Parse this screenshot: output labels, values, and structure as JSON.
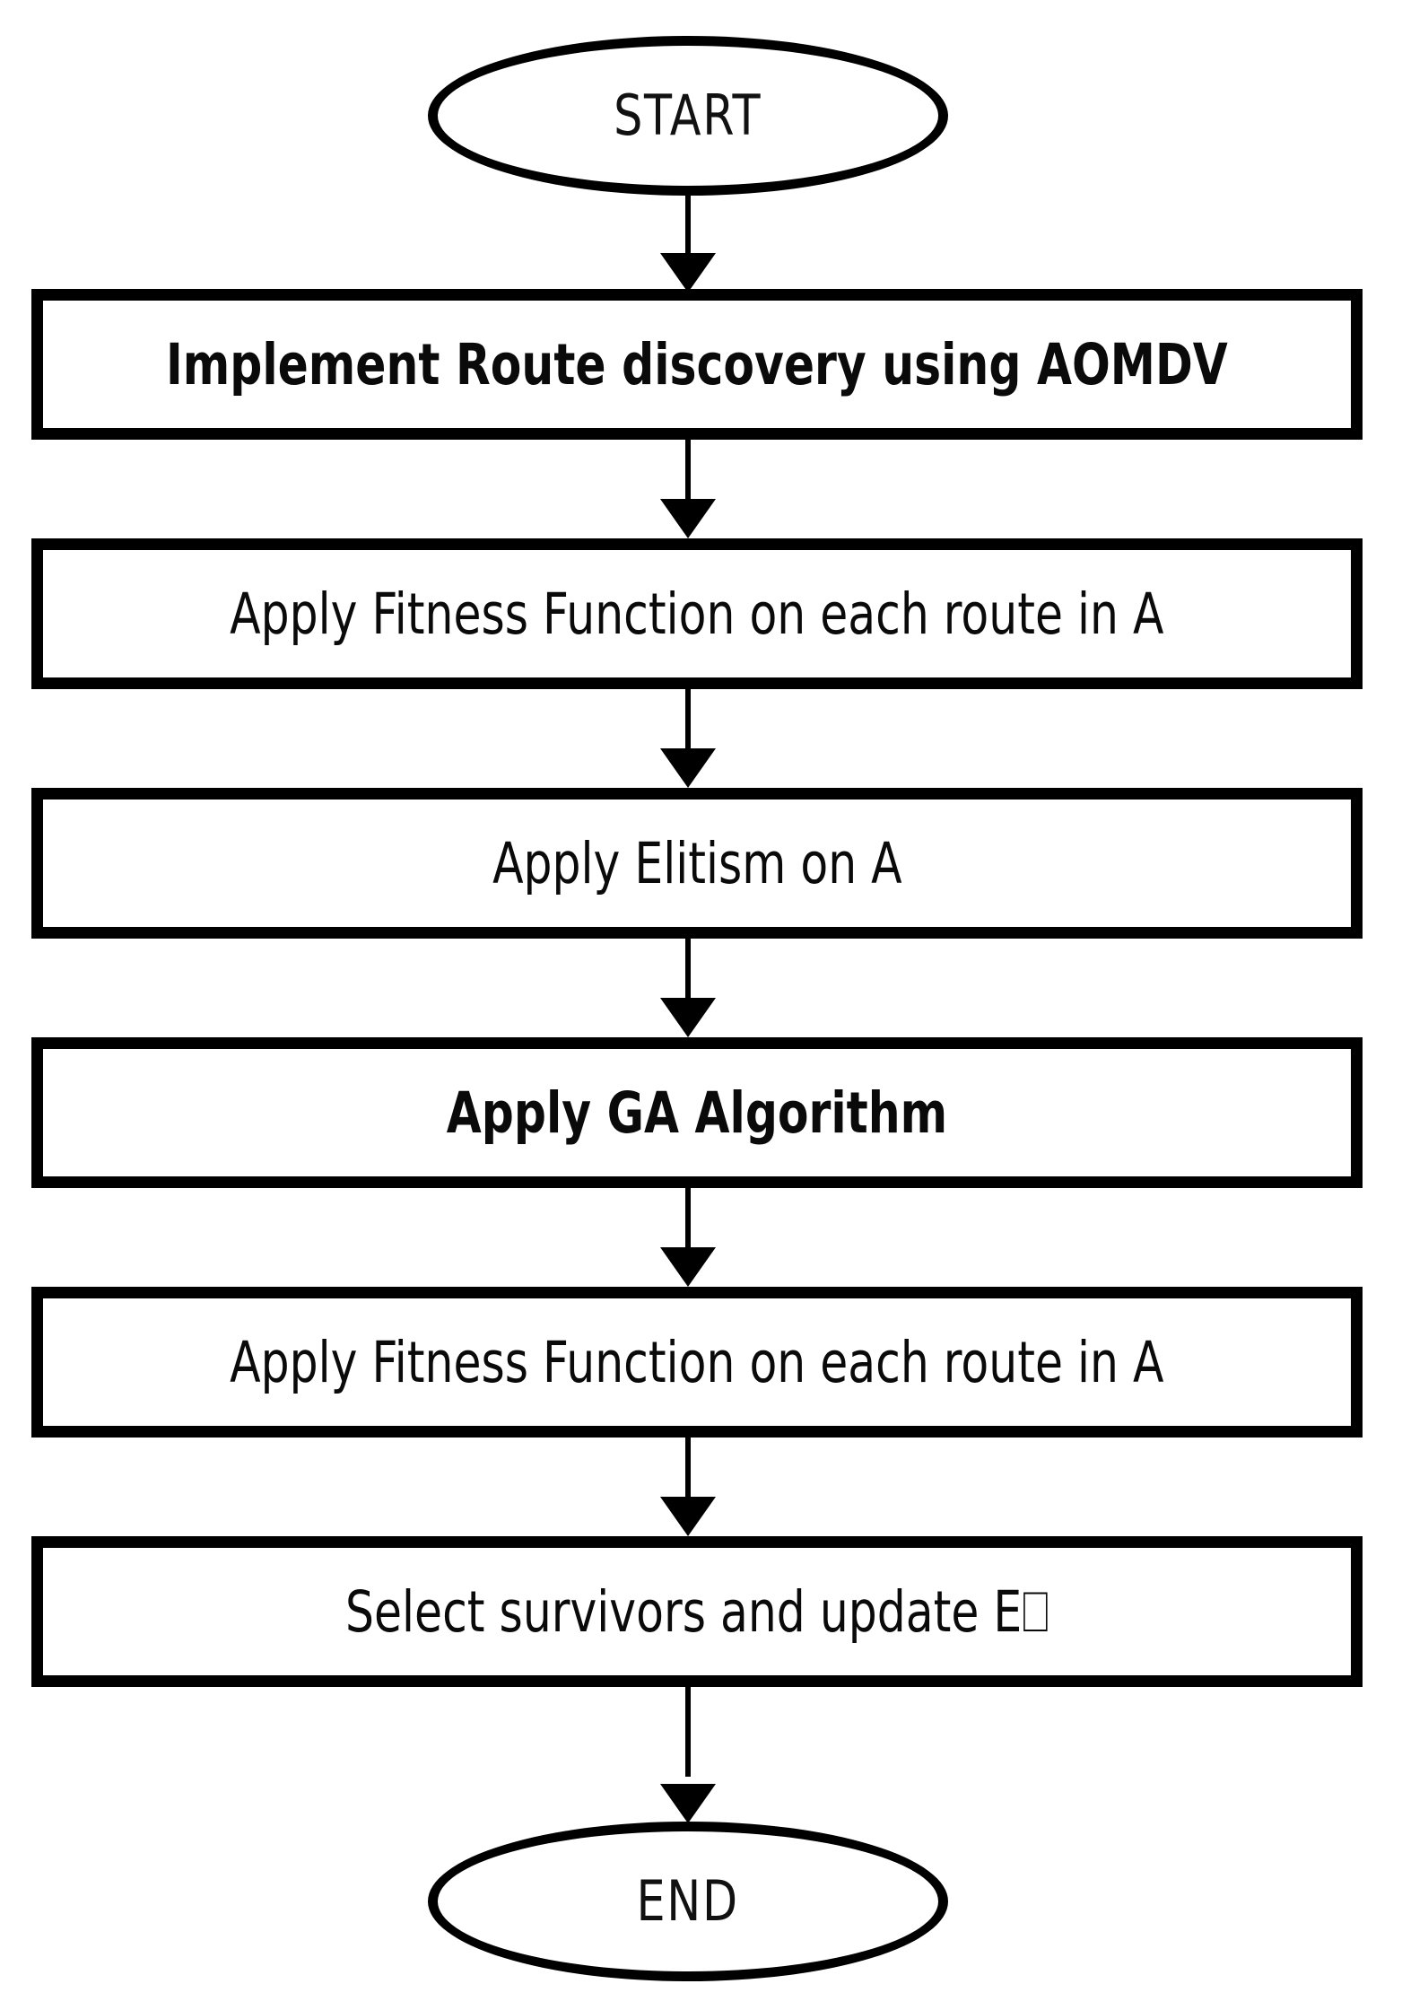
{
  "diagram": {
    "type": "flowchart",
    "orientation": "vertical",
    "colors": {
      "stroke": "#000000",
      "fill": "#ffffff",
      "text": "#0a0a0a"
    },
    "nodes": [
      {
        "id": "start",
        "shape": "terminator",
        "label": "START"
      },
      {
        "id": "p1",
        "shape": "process",
        "label": "Implement Route discovery using AOMDV"
      },
      {
        "id": "p2",
        "shape": "process",
        "label": "Apply Fitness Function on each route in A"
      },
      {
        "id": "p3",
        "shape": "process",
        "label": "Apply Elitism on A"
      },
      {
        "id": "p4",
        "shape": "process",
        "label": "Apply GA Algorithm"
      },
      {
        "id": "p5",
        "shape": "process",
        "label": "Apply Fitness Function on each route in A"
      },
      {
        "id": "p6",
        "shape": "process",
        "label": "Select survivors and update E⎕"
      },
      {
        "id": "end",
        "shape": "terminator",
        "label": "END"
      }
    ],
    "edges": [
      {
        "id": "e1",
        "from": "start",
        "to": "p1",
        "style": "solid-arrow"
      },
      {
        "id": "e2",
        "from": "p1",
        "to": "p2",
        "style": "solid-arrow"
      },
      {
        "id": "e3",
        "from": "p2",
        "to": "p3",
        "style": "solid-arrow"
      },
      {
        "id": "e4",
        "from": "p3",
        "to": "p4",
        "style": "solid-arrow"
      },
      {
        "id": "e5",
        "from": "p4",
        "to": "p5",
        "style": "solid-arrow"
      },
      {
        "id": "e6",
        "from": "p5",
        "to": "p6",
        "style": "solid-arrow"
      },
      {
        "id": "e7",
        "from": "p6",
        "to": "end",
        "style": "solid-arrow"
      }
    ]
  }
}
